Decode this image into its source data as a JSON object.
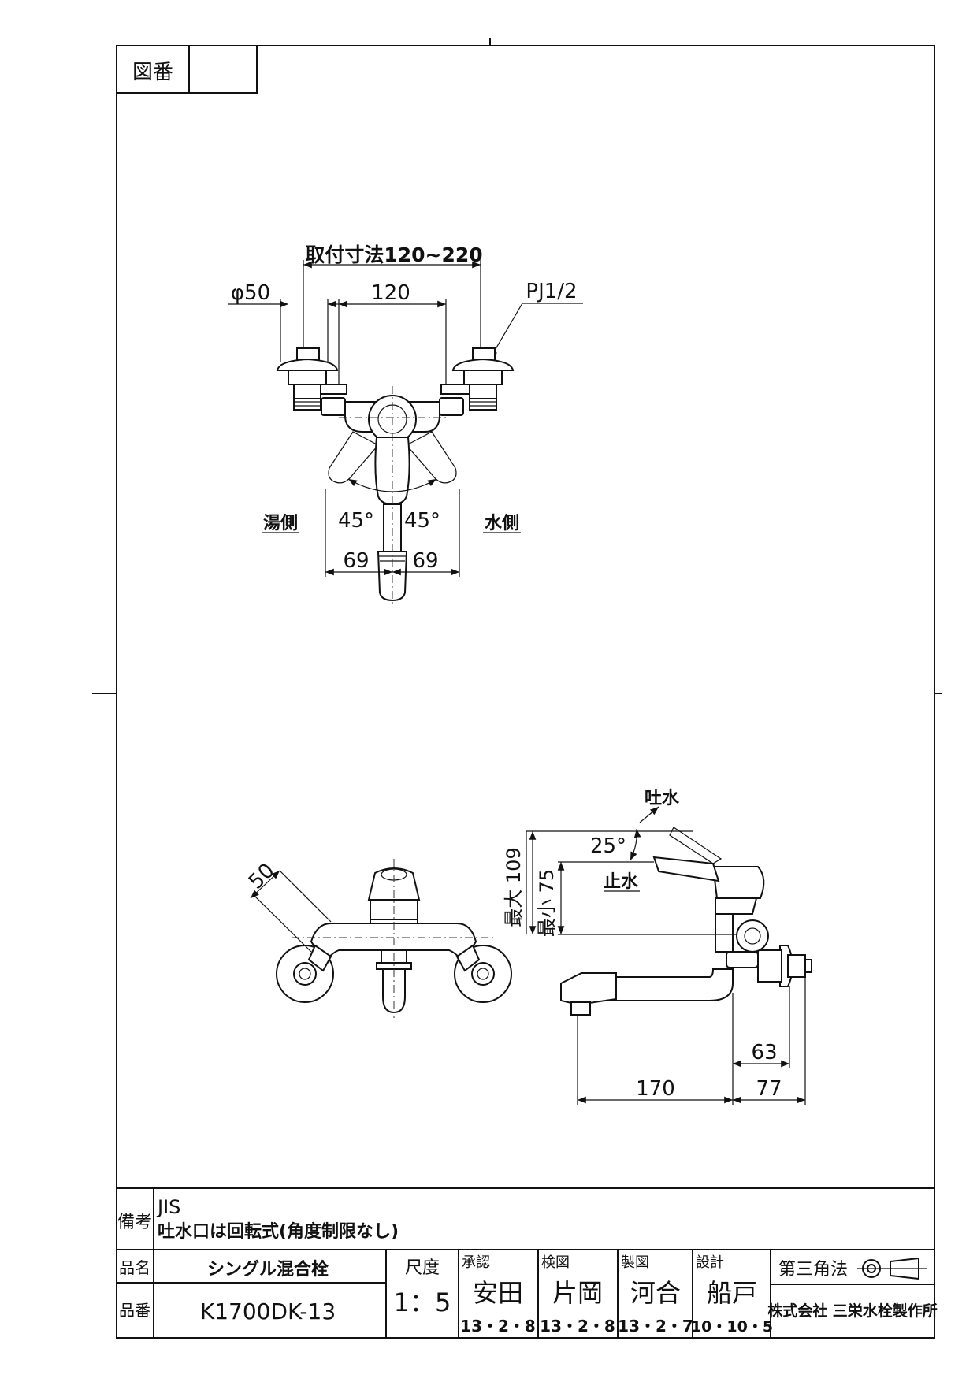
{
  "drawing_no": {
    "label": "図番",
    "value": ""
  },
  "top_view": {
    "mount_range": "取付寸法120~220",
    "phi50": "φ50",
    "dim120": "120",
    "pj": "PJ1/2",
    "hot_side": "湯側",
    "cold_side": "水側",
    "angle_left": "45°",
    "angle_right": "45°",
    "dim69_left": "69",
    "dim69_right": "69"
  },
  "side_view": {
    "dim50": "50",
    "spout": "吐水",
    "stop": "止水",
    "angle25": "25°",
    "max_label": "最大 109",
    "min_label": "最小 75",
    "dim63": "63",
    "dim170": "170",
    "dim77": "77"
  },
  "title_block": {
    "remarks_label": "備考",
    "remarks_line1": "JIS",
    "remarks_line2": "吐水口は回転式(角度制限なし)",
    "name_label": "品名",
    "name_value": "シングル混合栓",
    "number_label": "品番",
    "number_value": "K1700DK-13",
    "scale_label": "尺度",
    "scale_value": "1：5",
    "approve_label": "承認",
    "approve_name": "安田",
    "approve_date": "13・2・8",
    "check_label": "検図",
    "check_name": "片岡",
    "check_date": "13・2・8",
    "draw_label": "製図",
    "draw_name": "河合",
    "draw_date": "13・2・7",
    "design_label": "設計",
    "design_name": "船戸",
    "design_date": "10・10・5",
    "projection_label": "第三角法",
    "company": "株式会社 三栄水栓製作所"
  }
}
